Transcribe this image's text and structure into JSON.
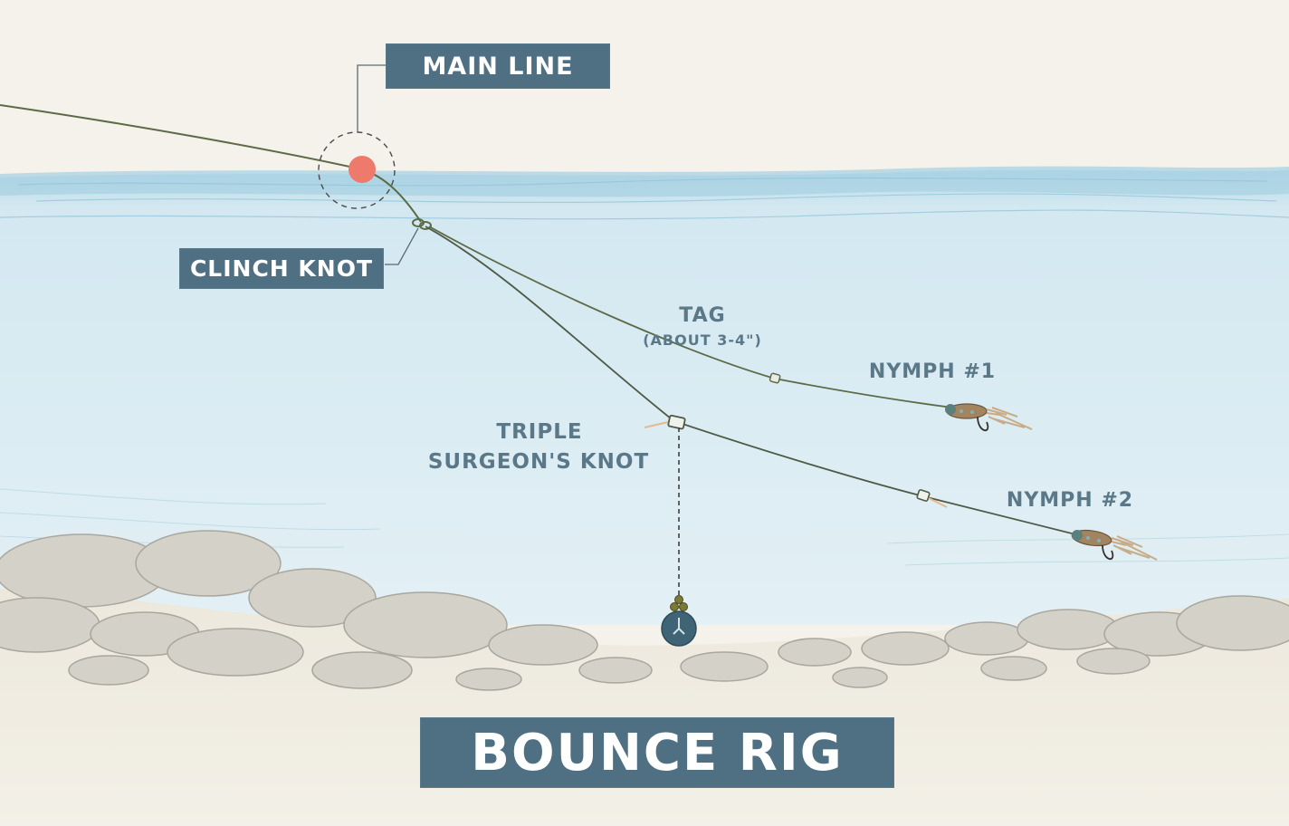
{
  "diagram": {
    "title": "BOUNCE RIG",
    "labels": {
      "main_line": "MAIN LINE",
      "clinch_knot": "CLINCH KNOT",
      "tag": "TAG",
      "tag_length": "(ABOUT 3-4\")",
      "nymph_1": "NYMPH #1",
      "nymph_2": "NYMPH #2",
      "triple": "TRIPLE",
      "surgeons_knot": "SURGEON'S KNOT"
    },
    "colors": {
      "label_box": "#4f7083",
      "label_text": "#ffffff",
      "float_text": "#5a7888",
      "water": "#d5e9f1",
      "water_surface": "#a9d2e3",
      "line": "#5d6a46",
      "indicator": "#ee7a6c",
      "sinker": "#3f6476",
      "rocks": "#cfcdc4",
      "paper": "#f4f2ea"
    }
  }
}
